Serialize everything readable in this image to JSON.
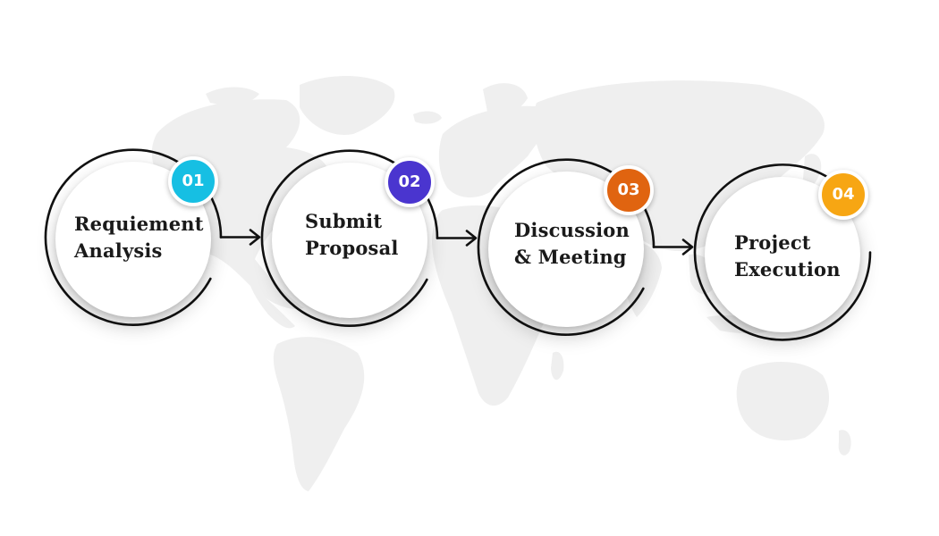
{
  "steps": [
    {
      "number": "01",
      "line1": "Requiement",
      "line2": "Analysis",
      "color": "#16bfe3"
    },
    {
      "number": "02",
      "line1": "Submit",
      "line2": "Proposal",
      "color": "#4a35cf"
    },
    {
      "number": "03",
      "line1": "Discussion",
      "line2": "& Meeting",
      "color": "#e06410"
    },
    {
      "number": "04",
      "line1": "Project",
      "line2": "Execution",
      "color": "#f7a613"
    }
  ],
  "background": {
    "icon": "world-map-icon",
    "color": "#efefef"
  },
  "connector": {
    "icon": "arrow-right-icon",
    "color": "#111111"
  }
}
